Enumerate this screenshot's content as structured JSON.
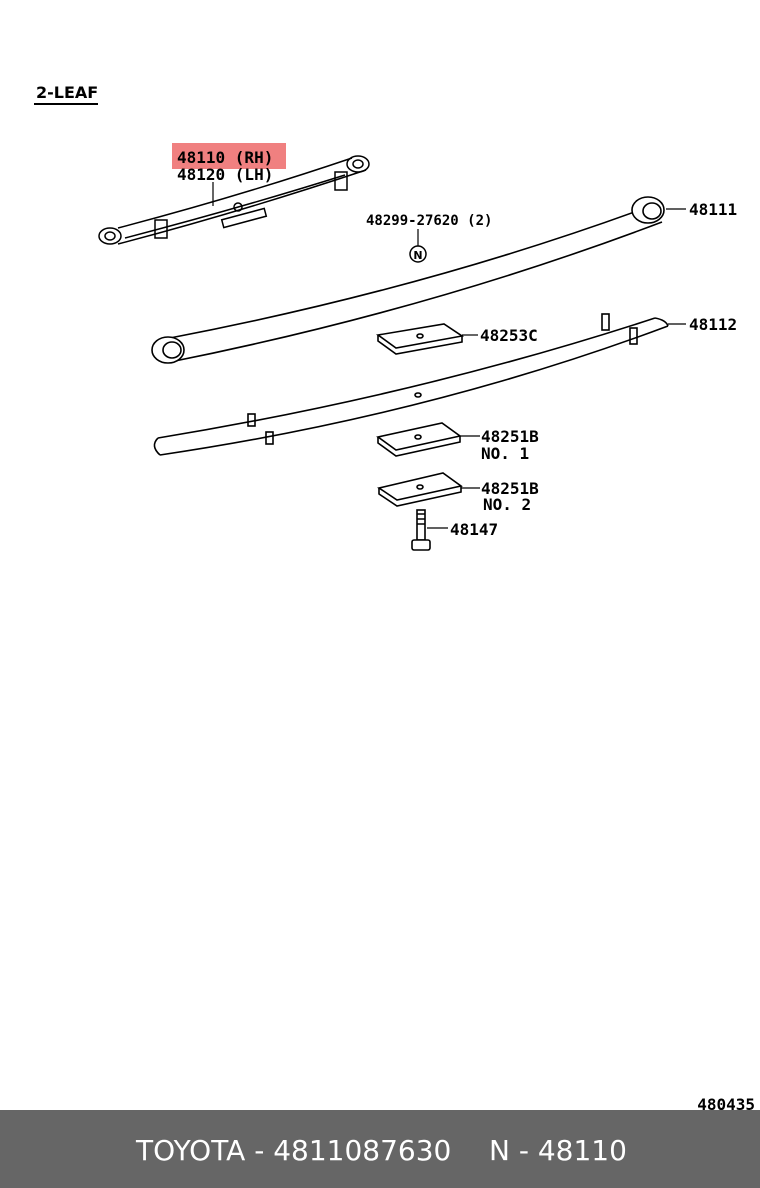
{
  "diagram": {
    "heading": "2-LEAF",
    "highlight_color": "#f08080",
    "parts": {
      "assembly_rh": "48110 (RH)",
      "assembly_lh": "48120 (LH)",
      "bolt_ref": "48299-27620 (2)",
      "n_mark": "N",
      "leaf_main": "48111",
      "leaf_second": "48112",
      "spacer_c": "48253C",
      "spacer_b1": "48251B",
      "spacer_b1_no": "NO. 1",
      "spacer_b2": "48251B",
      "spacer_b2_no": "NO. 2",
      "center_bolt": "48147"
    },
    "figure_code": "480435"
  },
  "footer": {
    "brand_part": "TOYOTA - 4811087630",
    "ref": "N - 48110"
  }
}
